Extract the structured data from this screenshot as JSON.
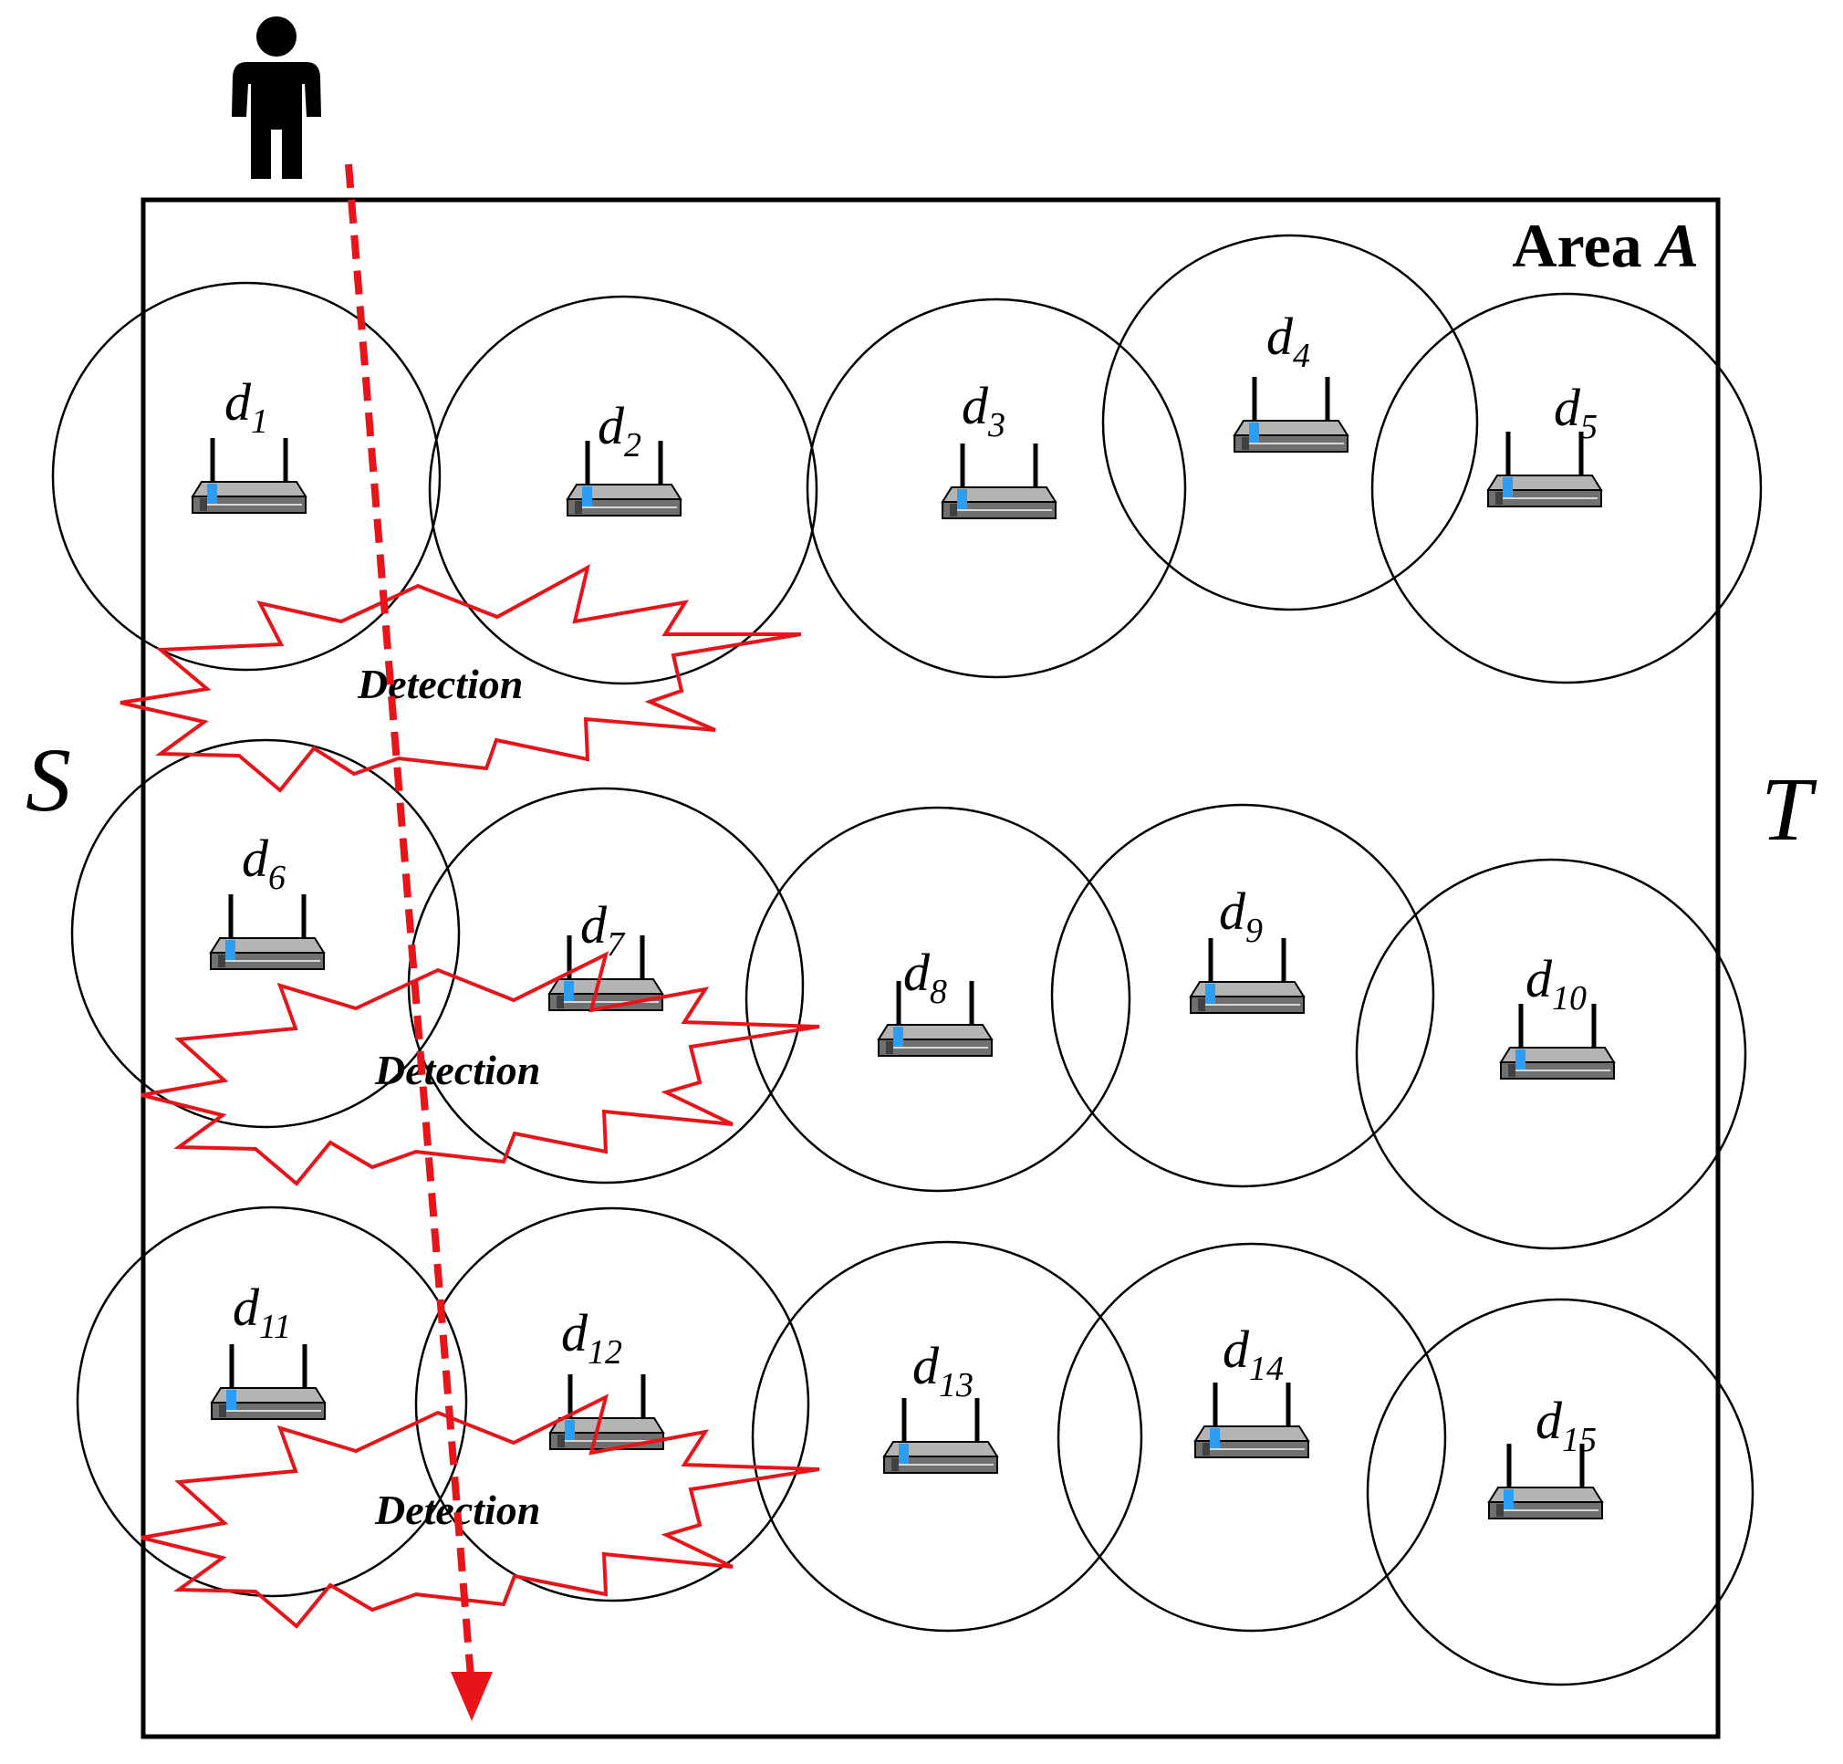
{
  "area_label": {
    "prefix": "Area ",
    "var": "A"
  },
  "side_labels": {
    "source": "S",
    "target": "T"
  },
  "detection_label": "Detection",
  "colors": {
    "path": "#e8141a",
    "burst": "#e8141a",
    "stroke": "#000000",
    "led": "#2a9df4"
  },
  "icons": {
    "person": "person-icon",
    "router": "wireless-router-icon"
  },
  "devices": [
    {
      "base": "d",
      "sub": "1"
    },
    {
      "base": "d",
      "sub": "2"
    },
    {
      "base": "d",
      "sub": "3"
    },
    {
      "base": "d",
      "sub": "4"
    },
    {
      "base": "d",
      "sub": "5"
    },
    {
      "base": "d",
      "sub": "6"
    },
    {
      "base": "d",
      "sub": "7"
    },
    {
      "base": "d",
      "sub": "8"
    },
    {
      "base": "d",
      "sub": "9"
    },
    {
      "base": "d",
      "sub": "10"
    },
    {
      "base": "d",
      "sub": "11"
    },
    {
      "base": "d",
      "sub": "12"
    },
    {
      "base": "d",
      "sub": "13"
    },
    {
      "base": "d",
      "sub": "14"
    },
    {
      "base": "d",
      "sub": "15"
    }
  ]
}
